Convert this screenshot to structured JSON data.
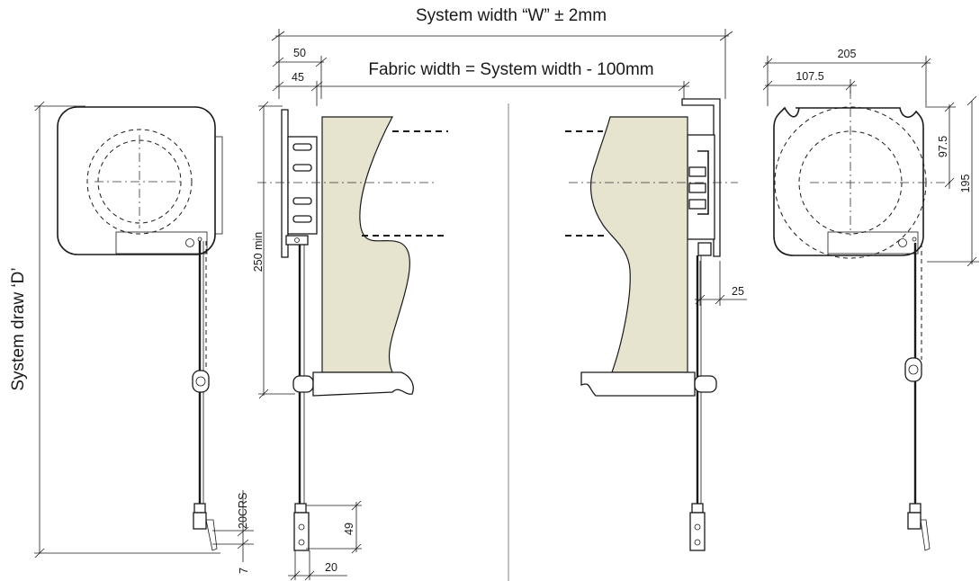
{
  "labels": {
    "system_width": "System width “W” ± 2mm",
    "fabric_width": "Fabric width = System width - 100mm",
    "system_draw": "System draw ‘D’",
    "dim_50": "50",
    "dim_45": "45",
    "dim_250min": "250 min",
    "dim_20crs": "20CRS",
    "dim_7": "7",
    "dim_49": "49",
    "dim_20": "20",
    "dim_25": "25",
    "dim_205": "205",
    "dim_107_5": "107.5",
    "dim_97_5": "97.5",
    "dim_195": "195"
  }
}
